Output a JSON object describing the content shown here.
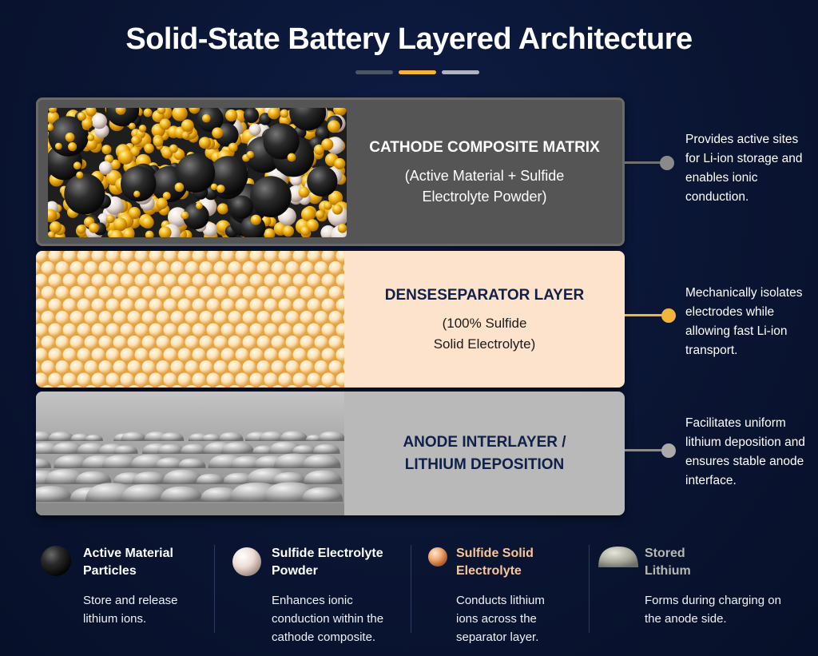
{
  "title": "Solid-State Battery Layered Architecture",
  "colors": {
    "accent_gray": "#4c5566",
    "accent_yellow": "#f2b53a",
    "accent_silver": "#aeb4c0",
    "cathode_panel": "#555555",
    "separator_panel": "#fde3cb",
    "anode_panel": "#b9b9b9",
    "navy_text": "#10204a"
  },
  "layers": [
    {
      "id": "cathode",
      "title": "CATHODE COMPOSITE MATRIX",
      "subtitle_line1": "(Active Material + Sulfide",
      "subtitle_line2": "Electrolyte Powder)",
      "description": "Provides active sites for Li-ion storage and enables ionic conduction."
    },
    {
      "id": "separator",
      "title": "DENSESEPARATOR LAYER",
      "subtitle_line1": "(100% Sulfide",
      "subtitle_line2": "Solid Electrolyte)",
      "description": "Mechanically isolates electrodes while allowing fast Li-ion transport."
    },
    {
      "id": "anode",
      "title_line1": "ANODE INTERLAYER /",
      "title_line2": "LITHIUM DEPOSITION",
      "description": "Facilitates uniform lithium deposition and ensures stable anode interface."
    }
  ],
  "legend": [
    {
      "icon": "black-sphere-icon",
      "name_line1": "Active Material",
      "name_line2": "Particles",
      "description": "Store and release lithium ions."
    },
    {
      "icon": "white-sphere-icon",
      "name_line1": "Sulfide Electrolyte",
      "name_line2": "Powder",
      "description": "Enhances ionic conduction within the cathode composite."
    },
    {
      "icon": "peach-sphere-icon",
      "name_line1": "Sulfide Solid",
      "name_line2": "Electrolyte",
      "description": "Conducts lithium ions across the separator layer."
    },
    {
      "icon": "gray-dome-icon",
      "name_line1": "Stored",
      "name_line2": "Lithium",
      "description": "Forms during charging on the anode side."
    }
  ]
}
